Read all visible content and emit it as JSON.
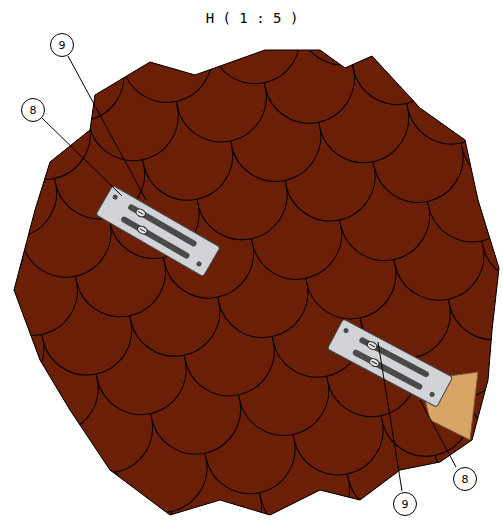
{
  "diagram": {
    "title": "H ( 1 : 5 )",
    "labels": [
      "9",
      "8",
      "8",
      "9"
    ]
  }
}
